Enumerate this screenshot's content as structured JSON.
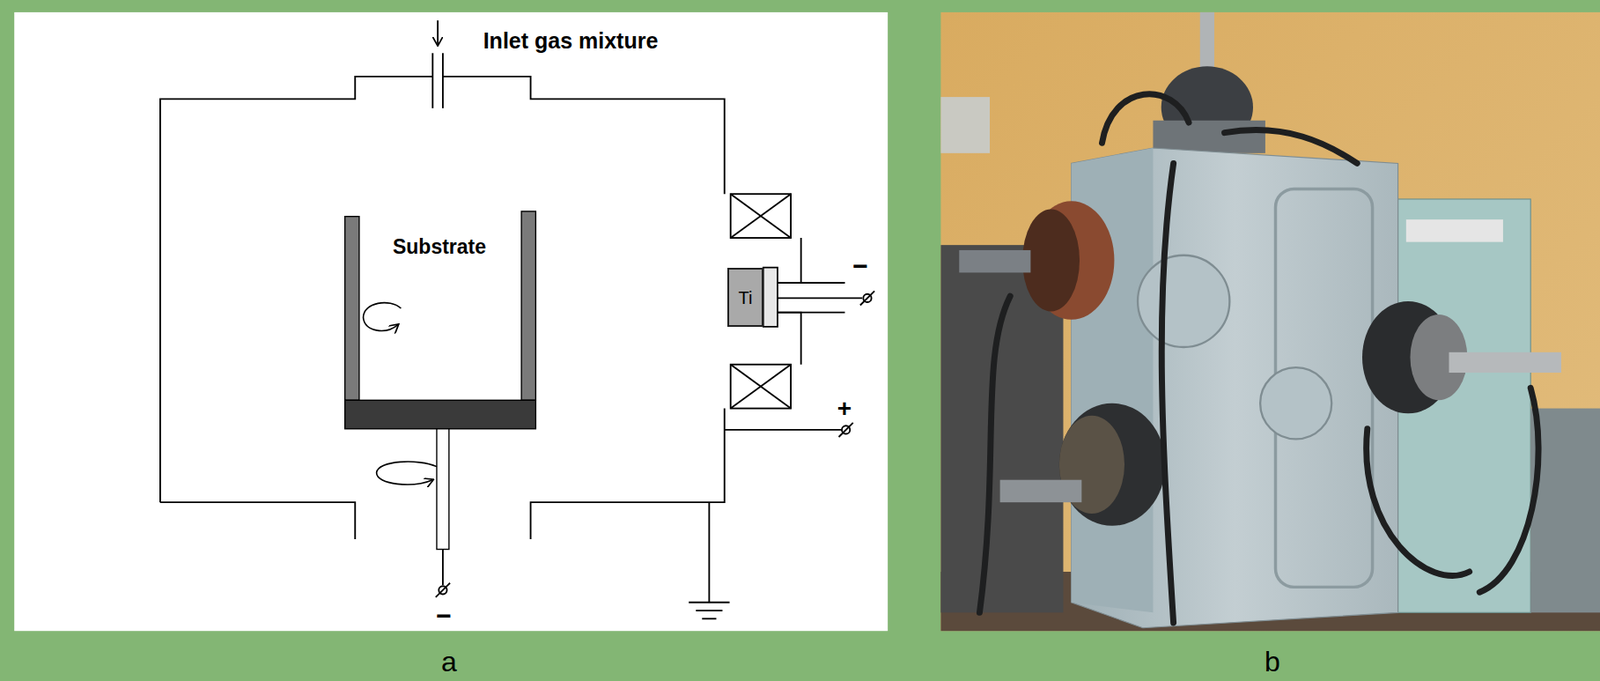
{
  "diagram": {
    "nodes": [
      {
        "text": [
          "Ti"
        ]
      }
    ],
    "labels": [
      "Inlet gas mixture",
      "Substrate",
      "−",
      "+",
      "−",
      "a",
      "b"
    ]
  }
}
